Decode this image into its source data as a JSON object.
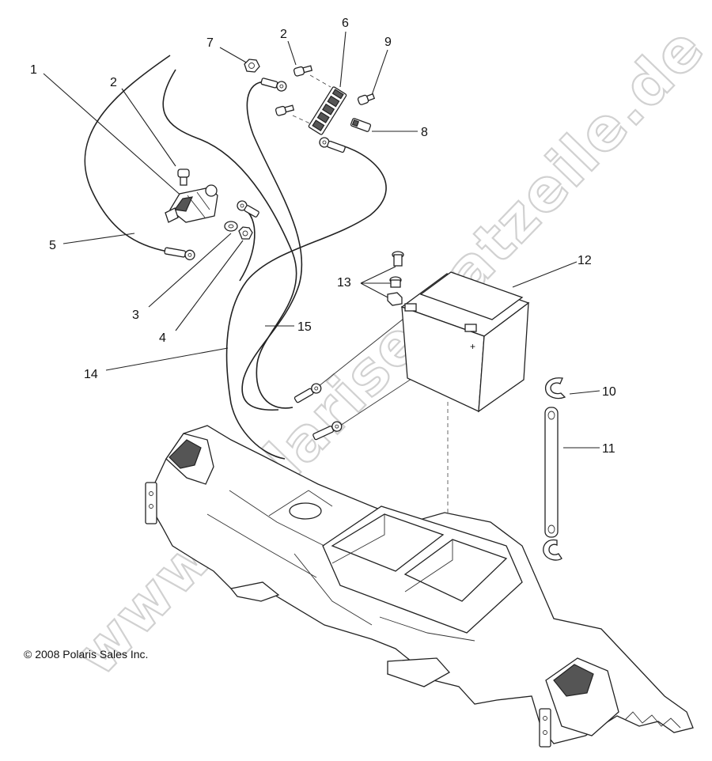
{
  "callouts": {
    "c1": "1",
    "c2a": "2",
    "c2b": "2",
    "c3": "3",
    "c4": "4",
    "c5": "5",
    "c6": "6",
    "c7": "7",
    "c8": "8",
    "c9": "9",
    "c10": "10",
    "c11": "11",
    "c12": "12",
    "c13": "13",
    "c14": "14",
    "c15": "15"
  },
  "battery_terminal_mark": "+",
  "copyright": "© 2008 Polaris Sales Inc.",
  "watermark": "www.polarisersatzeile.de"
}
